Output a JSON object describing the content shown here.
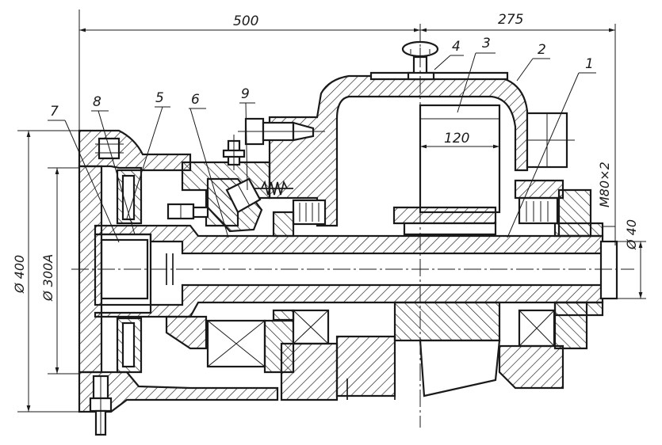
{
  "dimensions": {
    "length_left": "500",
    "length_right": "275",
    "width_inner": "120",
    "diameter_outer": "Ø 400",
    "diameter_pilot": "Ø 300А",
    "diameter_shaft": "Ø 40",
    "thread": "M80×2"
  },
  "callouts": [
    "1",
    "2",
    "3",
    "4",
    "5",
    "6",
    "7",
    "8",
    "9"
  ],
  "colors": {
    "ink": "#1a1a1a",
    "paper": "#ffffff"
  }
}
